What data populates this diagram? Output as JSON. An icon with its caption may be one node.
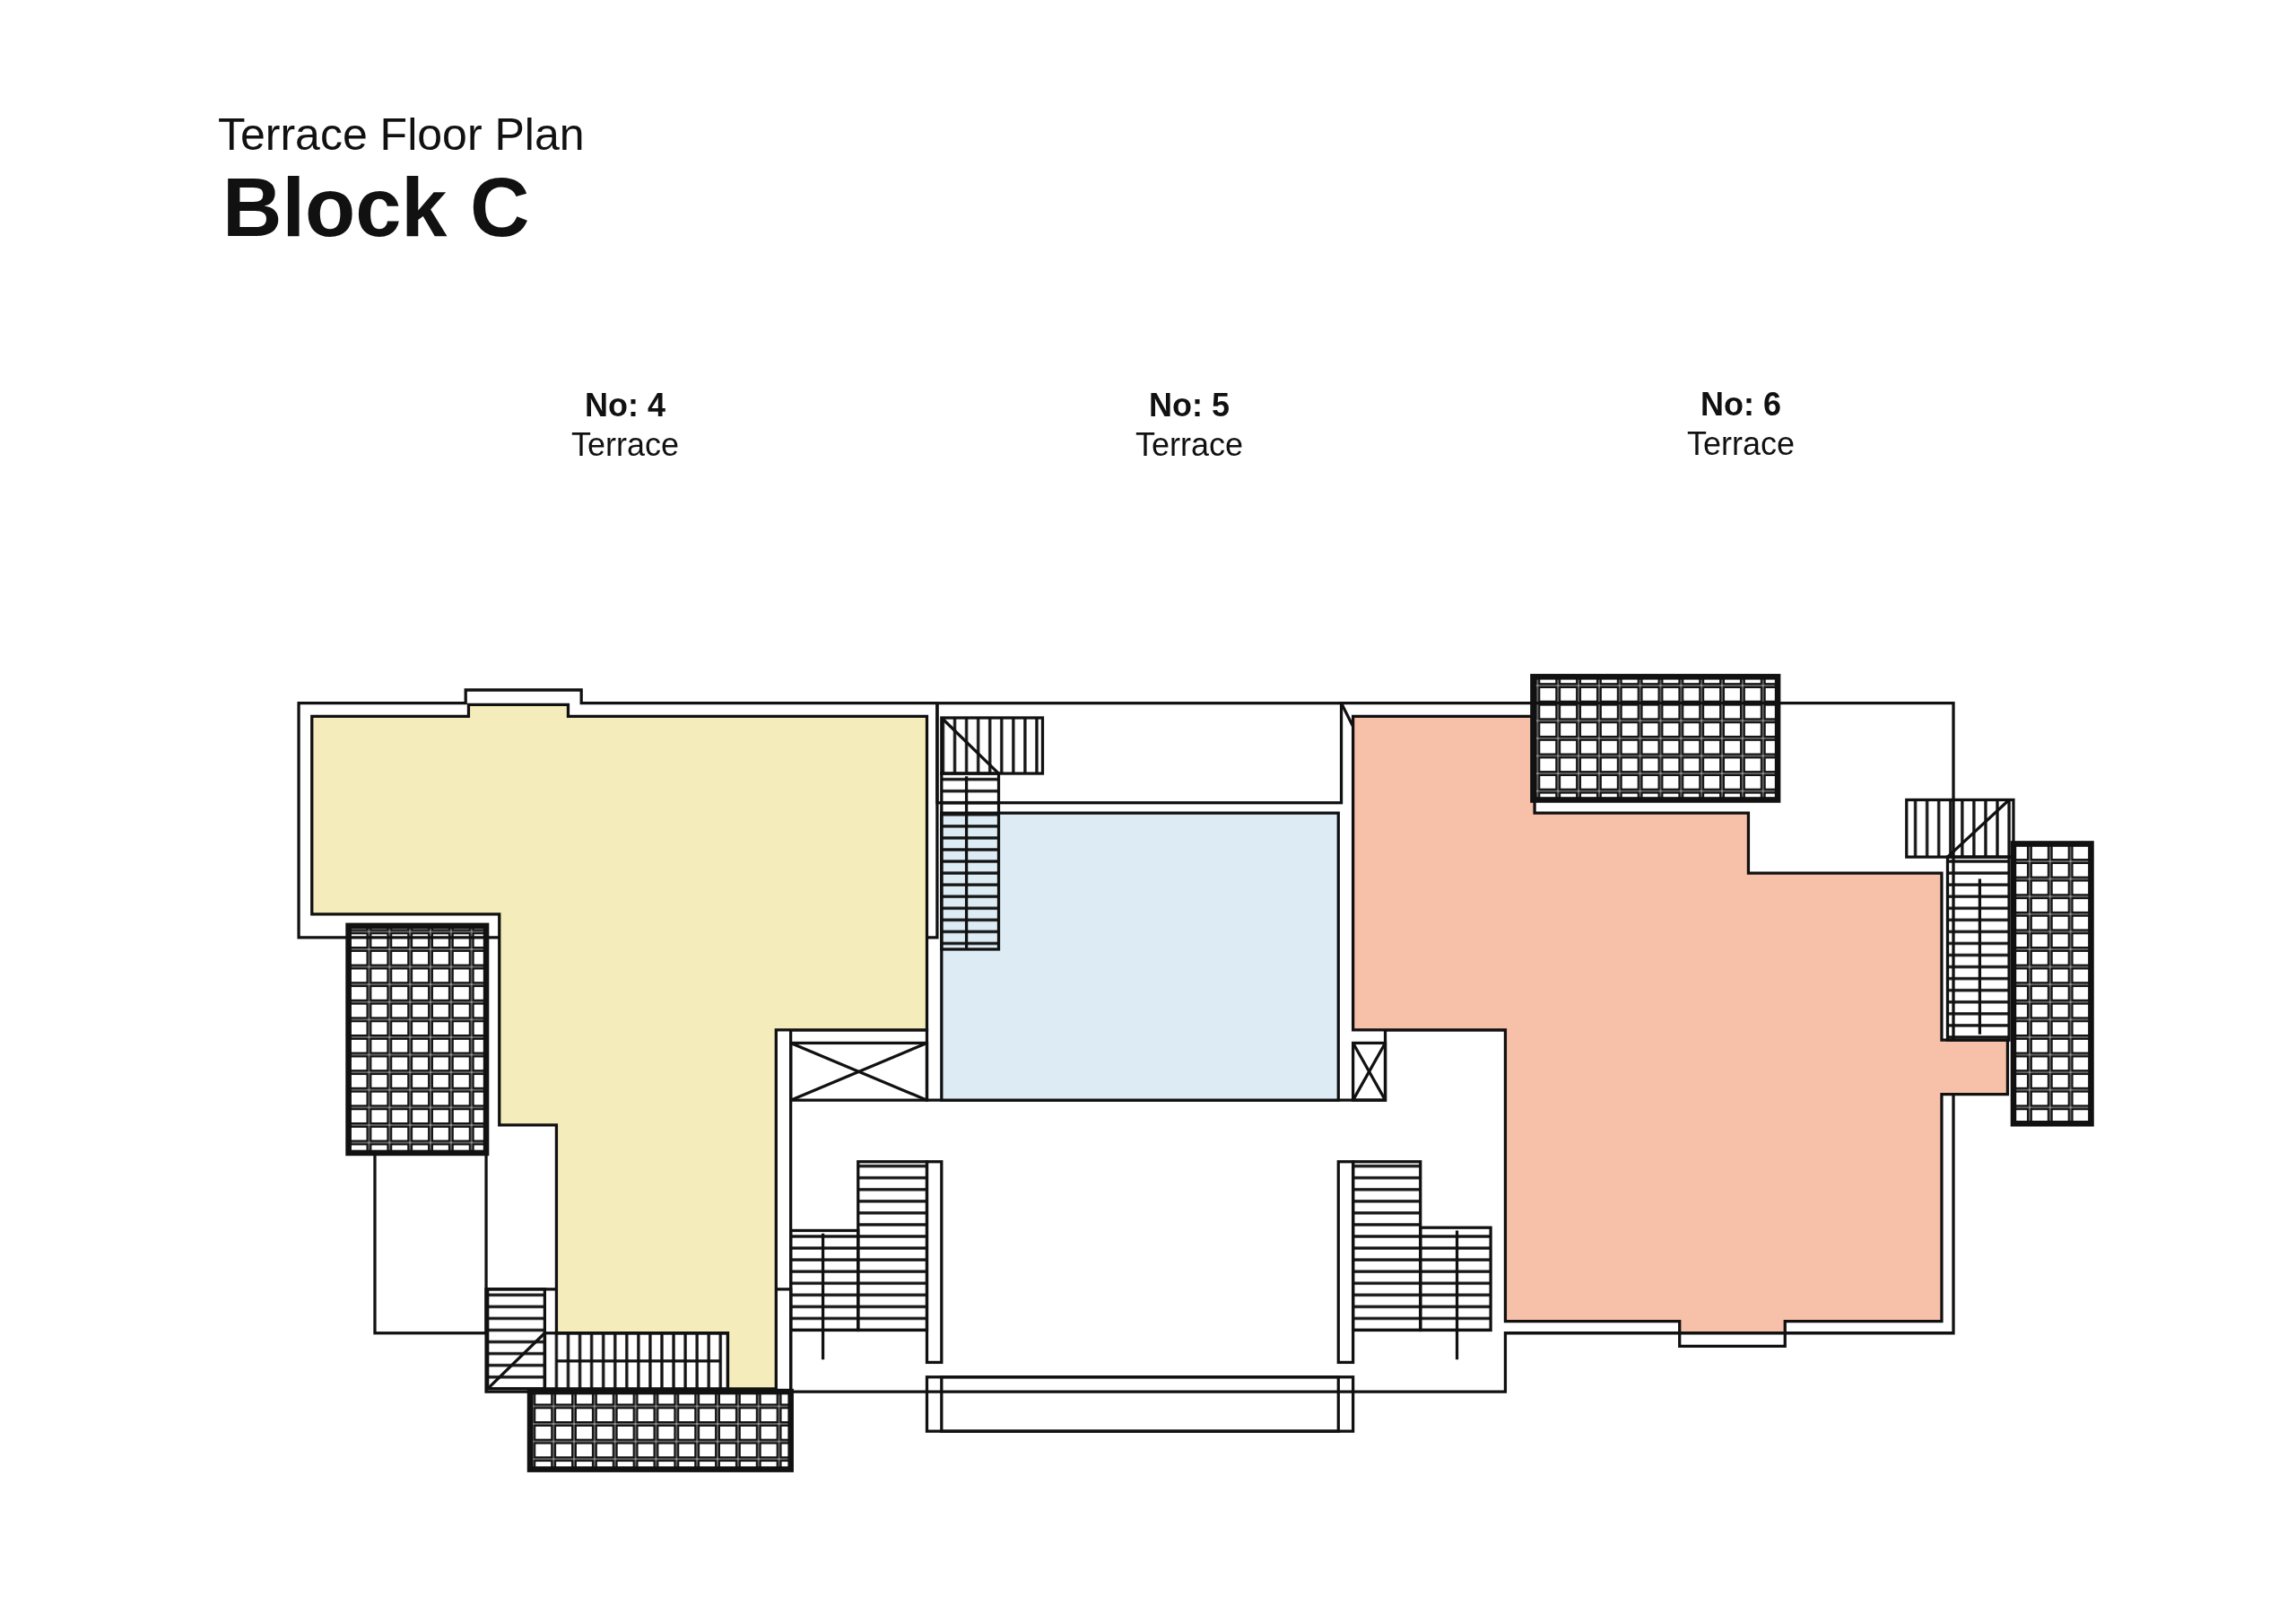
{
  "diagram": {
    "title": "Terrace Floor Plan",
    "labels": [
      "Block C",
      "No: 4",
      "Terrace",
      "No: 5",
      "Terrace",
      "No: 6",
      "Terrace"
    ]
  }
}
